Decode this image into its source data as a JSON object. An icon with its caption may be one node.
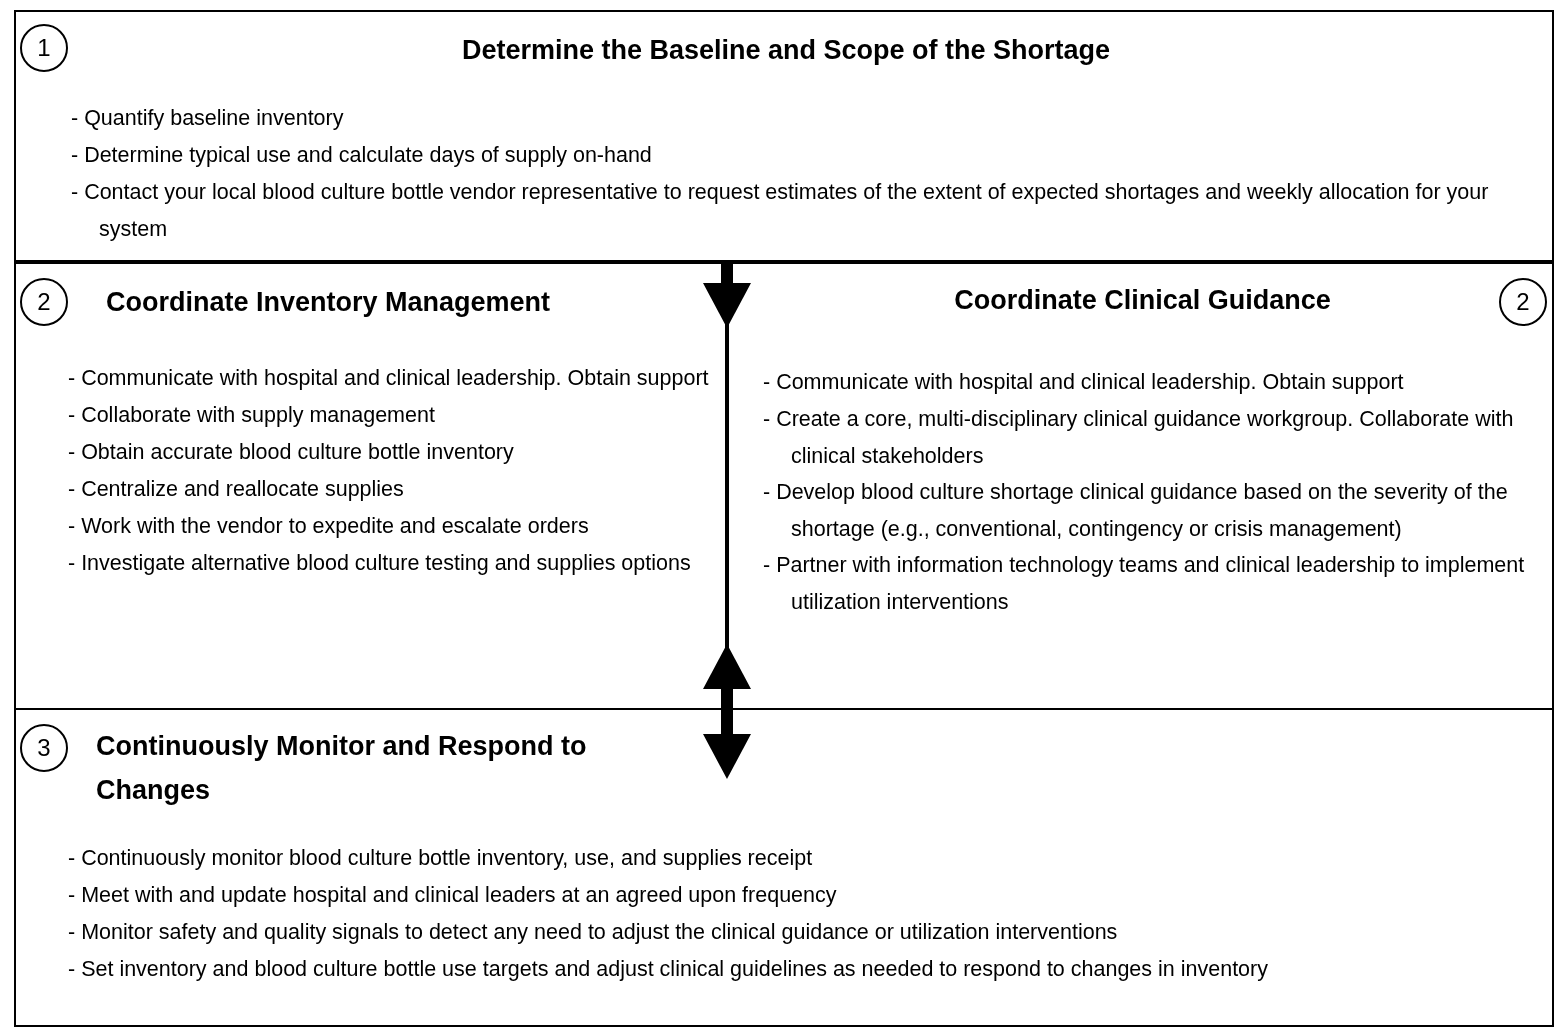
{
  "diagram": {
    "nodes": [
      {
        "text": [
          "Determine the Baseline and Scope of the Shortage",
          "- Quantify baseline inventory",
          "- Determine typical use and calculate days of supply on-hand",
          "- Contact your local blood culture bottle vendor representative to request estimates of the extent of expected shortages and weekly allocation for your system"
        ]
      },
      {
        "text": [
          "1"
        ],
        "in": 0
      },
      {
        "text": [
          "Coordinate Inventory Management",
          "- Communicate with hospital and clinical leadership. Obtain support",
          "- Collaborate with supply management",
          "- Obtain accurate blood culture bottle inventory",
          "- Centralize and reallocate supplies",
          "- Work with the vendor to expedite and escalate orders",
          "- Investigate alternative blood culture testing and supplies options"
        ]
      },
      {
        "text": [
          "2"
        ],
        "in": 2
      },
      {
        "text": [
          "Coordinate Clinical Guidance",
          "- Communicate with hospital and clinical leadership. Obtain support",
          "- Create a core, multi-disciplinary clinical guidance workgroup. Collaborate with clinical stakeholders",
          "- Develop blood culture shortage clinical guidance based on the severity of the shortage (e.g., conventional, contingency or crisis management)",
          "- Partner with information technology teams and clinical leadership to implement utilization interventions"
        ]
      },
      {
        "text": [
          "2"
        ],
        "in": 4
      },
      {
        "text": [
          "Continuously Monitor and Respond to Changes",
          "- Continuously monitor blood culture bottle inventory, use, and supplies receipt",
          "- Meet with and update hospital and clinical leaders at an agreed upon frequency",
          "- Monitor safety and quality signals to detect any need to adjust the clinical guidance or utilization interventions",
          "- Set inventory and blood culture bottle use targets and adjust clinical guidelines as needed to respond to changes in inventory"
        ]
      },
      {
        "text": [
          "3"
        ],
        "in": 6
      }
    ],
    "edges": [
      {
        "from": 0,
        "to": 2,
        "arrow": "to"
      },
      {
        "from": 0,
        "to": 4,
        "arrow": "to"
      },
      {
        "from": 2,
        "to": 6,
        "arrow": "both"
      },
      {
        "from": 4,
        "to": 6,
        "arrow": "both"
      }
    ]
  }
}
